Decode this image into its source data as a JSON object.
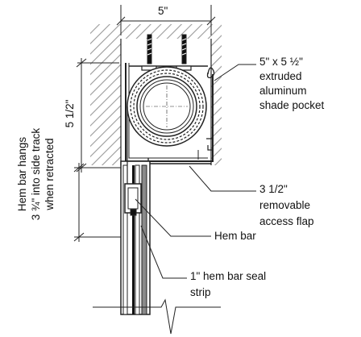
{
  "dimensions": {
    "top_width": "5\"",
    "left_height": "5 1/2\"",
    "hem_bar_hang": [
      "Hem bar hangs",
      "3 ¾\" into side track",
      "when retracted"
    ]
  },
  "callouts": {
    "pocket": [
      "5\" x 5 ½\"",
      "extruded",
      "aluminum",
      "shade pocket"
    ],
    "access_flap": [
      "3 1/2\"",
      "removable",
      "access flap"
    ],
    "hem_bar": "Hem bar",
    "seal_strip": [
      "1\" hem bar seal",
      "strip"
    ]
  }
}
